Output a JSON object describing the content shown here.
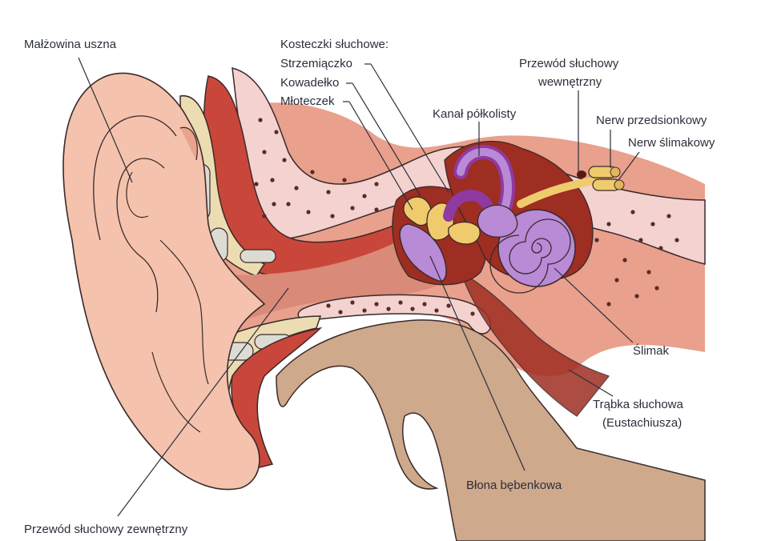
{
  "colors": {
    "skin": "#f4c2ad",
    "skin_dark": "#e8a58d",
    "canal": "#d98a78",
    "muscle_red": "#c9473a",
    "bone_cream": "#ecdcb2",
    "bone_pink": "#f3d2cf",
    "cartilage": "#dcdcd4",
    "tan": "#cfa98c",
    "ossicle_yellow": "#efcb6e",
    "purple": "#b98ad6",
    "purple_dark": "#8f3aa0",
    "dark_red": "#9e2d22",
    "outline": "#3a2a2a",
    "label_text": "#2a2f3a"
  },
  "labels": {
    "auricle": "Małżowina uszna",
    "ossicles_header": "Kosteczki słuchowe:",
    "stapes": "Strzemiączko",
    "incus": "Kowadełko",
    "malleus": "Młoteczek",
    "semicircular": "Kanał półkolisty",
    "internal_canal_1": "Przewód słuchowy",
    "internal_canal_2": "wewnętrzny",
    "vestibular_nerve": "Nerw przedsionkowy",
    "cochlear_nerve": "Nerw ślimakowy",
    "cochlea": "Ślimak",
    "eustachian_1": "Trąbka słuchowa",
    "eustachian_2": "(Eustachiusza)",
    "eardrum": "Błona bębenkowa",
    "external_canal": "Przewód słuchowy zewnętrzny"
  }
}
